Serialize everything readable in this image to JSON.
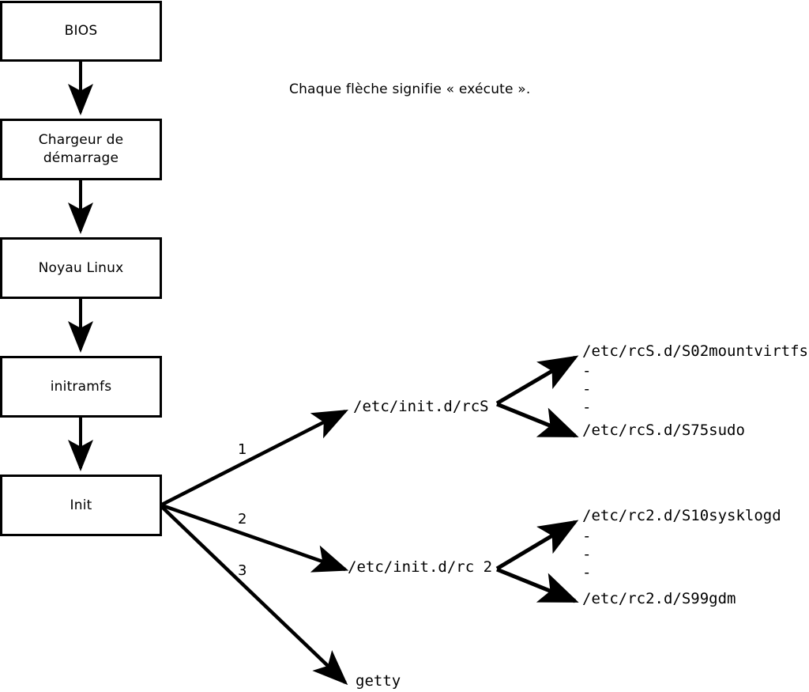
{
  "diagram": {
    "title_caption": "Chaque flèche signifie « exécute ».",
    "boot_chain": [
      {
        "label": "BIOS"
      },
      {
        "label": "Chargeur de\ndémarrage"
      },
      {
        "label": "Noyau Linux"
      },
      {
        "label": "initramfs"
      },
      {
        "label": "Init"
      }
    ],
    "init_branches": [
      {
        "number": "1",
        "target": "/etc/init.d/rcS"
      },
      {
        "number": "2",
        "target": "/etc/init.d/rc 2"
      },
      {
        "number": "3",
        "target": "getty"
      }
    ],
    "rcs_scripts": {
      "first": "/etc/rcS.d/S02mountvirtfs",
      "last": "/etc/rcS.d/S75sudo",
      "ellipsis": [
        "-",
        "-",
        "-"
      ]
    },
    "rc2_scripts": {
      "first": "/etc/rc2.d/S10sysklogd",
      "last": "/etc/rc2.d/S99gdm",
      "ellipsis": [
        "-",
        "-",
        "-"
      ]
    },
    "colors": {
      "stroke": "#000000",
      "background": "#ffffff",
      "text": "#000000"
    }
  }
}
